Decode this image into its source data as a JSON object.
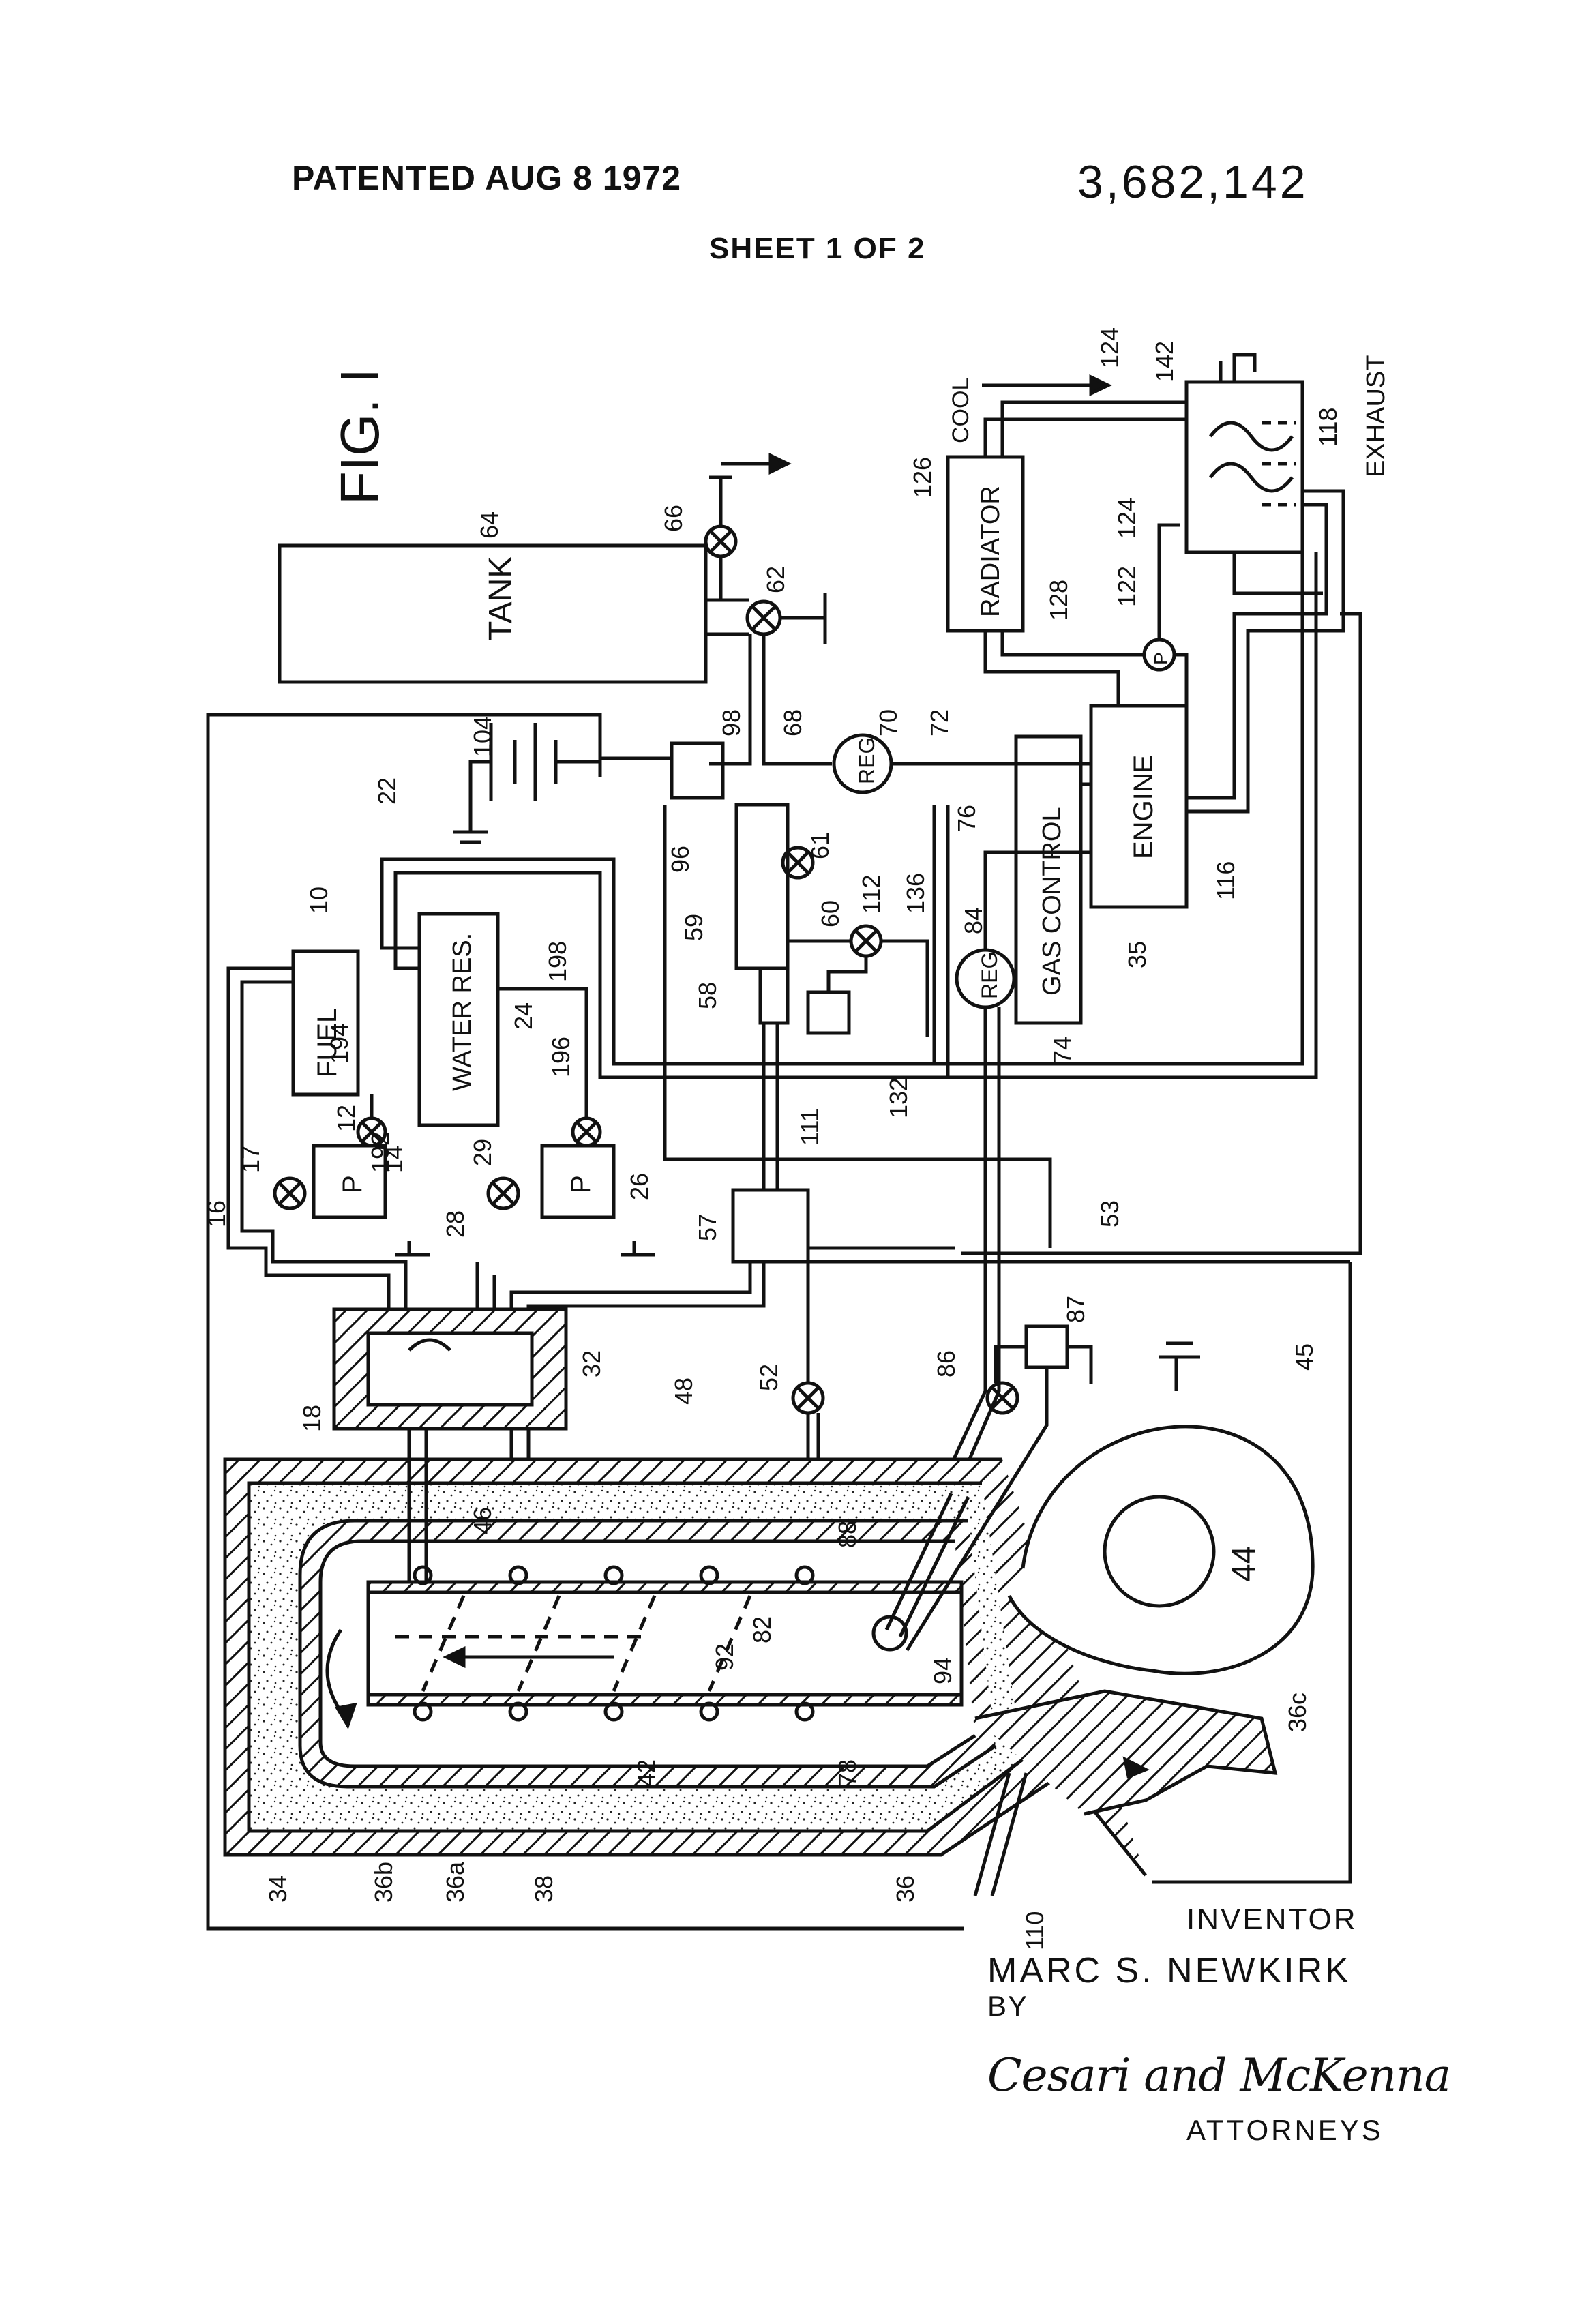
{
  "header": {
    "patented": "PATENTED AUG 8 1972",
    "patent_number": "3,682,142",
    "sheet": "SHEET 1 OF 2"
  },
  "figure": {
    "title": "FIG. I",
    "labels": {
      "tank": "TANK",
      "radiator": "RADIATOR",
      "engine": "ENGINE",
      "gas_control": "GAS CONTROL",
      "fuel": "FUEL",
      "water_res": "WATER RES.",
      "pump": "P",
      "reg": "REG",
      "cool": "COOL",
      "exhaust": "EXHAUST"
    },
    "refs": [
      "10",
      "12",
      "14",
      "16",
      "17",
      "18",
      "22",
      "24",
      "26",
      "28",
      "29",
      "32",
      "34",
      "35",
      "36",
      "36a",
      "36b",
      "36c",
      "38",
      "42",
      "44",
      "45",
      "46",
      "48",
      "52",
      "53",
      "57",
      "58",
      "59",
      "60",
      "61",
      "62",
      "64",
      "66",
      "68",
      "70",
      "72",
      "74",
      "76",
      "78",
      "82",
      "84",
      "86",
      "87",
      "88",
      "92",
      "94",
      "96",
      "98",
      "104",
      "110",
      "111",
      "112",
      "116",
      "118",
      "122",
      "124",
      "126",
      "128",
      "132",
      "136",
      "142",
      "192",
      "194",
      "196",
      "198"
    ]
  },
  "footer": {
    "inventor_label": "INVENTOR",
    "inventor_name": "MARC S. NEWKIRK",
    "by": "BY",
    "signature": "Cesari and McKenna",
    "attorneys": "ATTORNEYS"
  }
}
